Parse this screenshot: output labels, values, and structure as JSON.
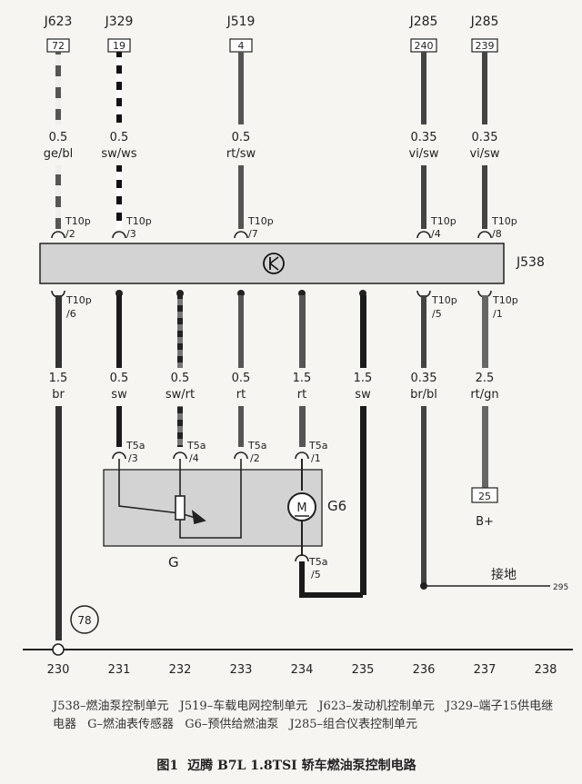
{
  "top_wires": [
    {
      "module": "J623",
      "pin": "72",
      "size": "0.5",
      "color_code": "ge/bl",
      "conn": "T10p",
      "conn_pin": "/2"
    },
    {
      "module": "J329",
      "pin": "19",
      "size": "0.5",
      "color_code": "sw/ws",
      "conn": "T10p",
      "conn_pin": "/3"
    },
    {
      "module": "J519",
      "pin": "4",
      "size": "0.5",
      "color_code": "rt/sw",
      "conn": "T10p",
      "conn_pin": "/7"
    },
    {
      "module": "J285",
      "pin": "240",
      "size": "0.35",
      "color_code": "vi/sw",
      "conn": "T10p",
      "conn_pin": "/4"
    },
    {
      "module": "J285",
      "pin": "239",
      "size": "0.35",
      "color_code": "vi/sw",
      "conn": "T10p",
      "conn_pin": "/8"
    }
  ],
  "control_unit": {
    "name": "J538"
  },
  "bottom_wires": [
    {
      "size": "1.5",
      "color_code": "br",
      "conn": "T10p",
      "conn_pin": "/6"
    },
    {
      "size": "0.5",
      "color_code": "sw",
      "conn": "T5a",
      "conn_pin": "/3"
    },
    {
      "size": "0.5",
      "color_code": "sw/rt",
      "conn": "T5a",
      "conn_pin": "/4"
    },
    {
      "size": "0.5",
      "color_code": "rt",
      "conn": "T5a",
      "conn_pin": "/2"
    },
    {
      "size": "1.5",
      "color_code": "rt",
      "conn": "T5a",
      "conn_pin": "/1"
    },
    {
      "size": "1.5",
      "color_code": "sw",
      "conn": "",
      "conn_pin": ""
    },
    {
      "size": "0.35",
      "color_code": "br/bl",
      "conn": "T10p",
      "conn_pin": "/5"
    },
    {
      "size": "2.5",
      "color_code": "rt/gn",
      "conn": "T10p",
      "conn_pin": "/1"
    }
  ],
  "sensor": {
    "name": "G"
  },
  "pump": {
    "name": "G6",
    "motor_letter": "M",
    "conn": "T5a",
    "conn_pin": "/5"
  },
  "battery": {
    "pin": "25",
    "label": "B+"
  },
  "ground": {
    "label": "接地",
    "ref": "295",
    "node": "78"
  },
  "columns": [
    "230",
    "231",
    "232",
    "233",
    "234",
    "235",
    "236",
    "237",
    "238"
  ],
  "legend": [
    "J538–燃油泵控制单元",
    "J519–车载电网控制单元",
    "J623–发动机控制单元",
    "J329–端子15供电继电器",
    "G–燃油表传感器",
    "G6–预供给燃油泵",
    "J285–组合仪表控制单元"
  ],
  "caption": {
    "fig": "图1",
    "text": "迈腾 B7L 1.8TSI 轿车燃油泵控制电路"
  }
}
